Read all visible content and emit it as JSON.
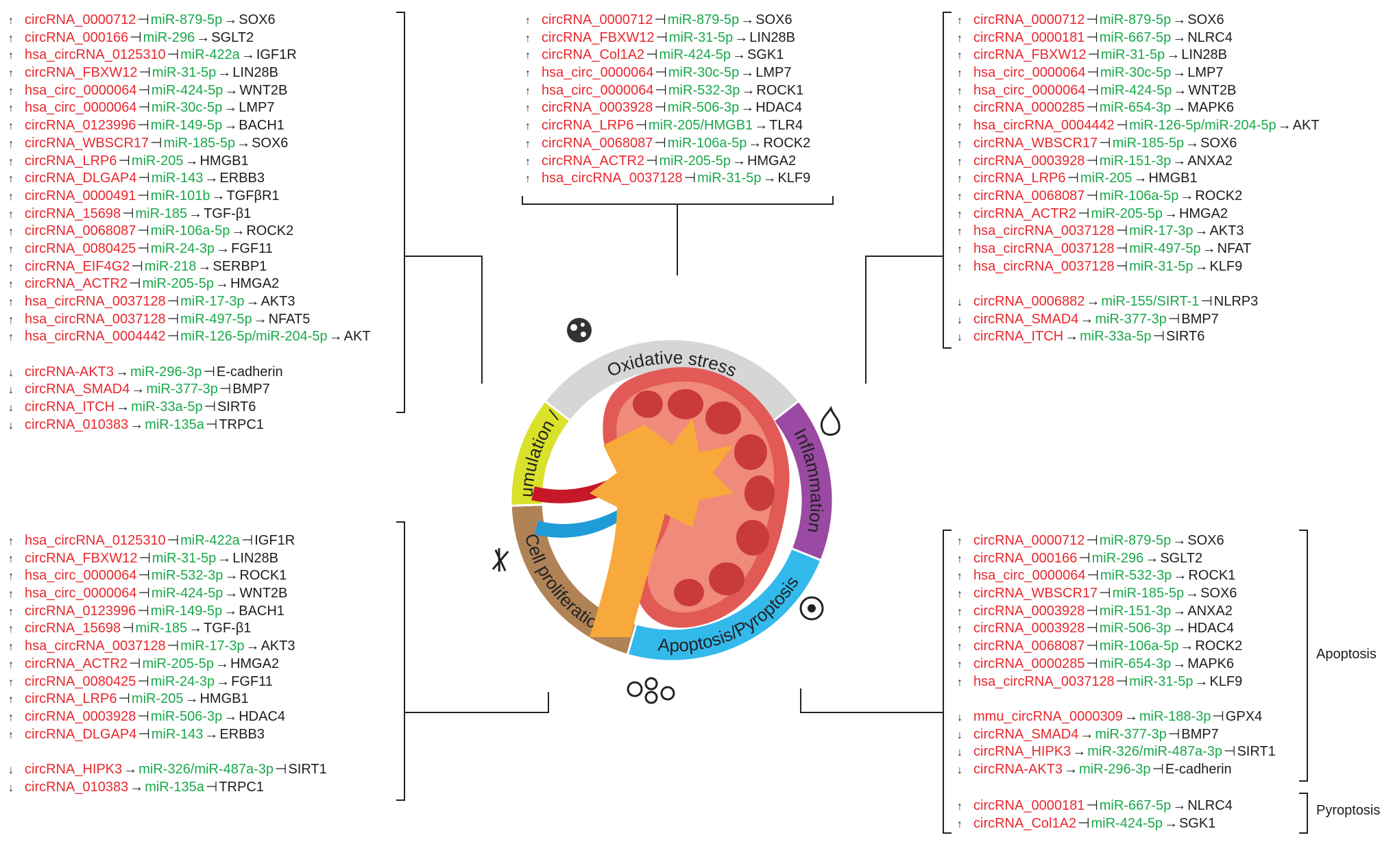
{
  "symbols": {
    "up": "↑",
    "down": "↓",
    "activates": "→",
    "inhibits": "⊣"
  },
  "colors": {
    "circrna": "#e8282e",
    "mirna": "#19a84a",
    "target": "#1c1c1c",
    "oxidative": "#d6d6d6",
    "inflammation": "#9a4aa2",
    "apoptosis": "#33b9ec",
    "proliferation": "#b08357",
    "ecm": "#d9e12a"
  },
  "wheel": {
    "segments": [
      {
        "label": "Oxidative stress",
        "icon": "cell-cluster-icon"
      },
      {
        "label": "Inflammation",
        "icon": "flame-hand-icon"
      },
      {
        "label": "Apoptosis/Pyroptosis",
        "icon": "cell-burst-icon"
      },
      {
        "label": "Cell proliferation",
        "icon": "dividing-cells-icon"
      },
      {
        "label": "ECM accumulation / Fibrosis",
        "icon": "fibers-icon"
      }
    ],
    "center_icon": "kidney-icon"
  },
  "side_labels": {
    "apoptosis": "Apoptosis",
    "pyroptosis": "Pyroptosis"
  },
  "groups": {
    "ecm": [
      {
        "dir": "up",
        "circ": "circRNA_0000712",
        "op1": "inhibits",
        "mir": "miR-879-5p",
        "op2": "activates",
        "target": "SOX6"
      },
      {
        "dir": "up",
        "circ": "circRNA_000166",
        "op1": "inhibits",
        "mir": "miR-296",
        "op2": "activates",
        "target": "SGLT2"
      },
      {
        "dir": "up",
        "circ": "hsa_circRNA_0125310",
        "op1": "inhibits",
        "mir": "miR-422a",
        "op2": "activates",
        "target": "IGF1R"
      },
      {
        "dir": "up",
        "circ": "circRNA_FBXW12",
        "op1": "inhibits",
        "mir": "miR-31-5p",
        "op2": "activates",
        "target": "LIN28B"
      },
      {
        "dir": "up",
        "circ": "hsa_circ_0000064",
        "op1": "inhibits",
        "mir": "miR-424-5p",
        "op2": "activates",
        "target": "WNT2B"
      },
      {
        "dir": "up",
        "circ": "hsa_circ_0000064",
        "op1": "inhibits",
        "mir": "miR-30c-5p",
        "op2": "activates",
        "target": "LMP7"
      },
      {
        "dir": "up",
        "circ": "circRNA_0123996",
        "op1": "inhibits",
        "mir": "miR-149-5p",
        "op2": "activates",
        "target": "BACH1"
      },
      {
        "dir": "up",
        "circ": "circRNA_WBSCR17",
        "op1": "inhibits",
        "mir": "miR-185-5p",
        "op2": "activates",
        "target": "SOX6"
      },
      {
        "dir": "up",
        "circ": "circRNA_LRP6",
        "op1": "inhibits",
        "mir": "miR-205",
        "op2": "activates",
        "target": "HMGB1"
      },
      {
        "dir": "up",
        "circ": "circRNA_DLGAP4",
        "op1": "inhibits",
        "mir": "miR-143",
        "op2": "activates",
        "target": "ERBB3"
      },
      {
        "dir": "up",
        "circ": "circRNA_0000491",
        "op1": "inhibits",
        "mir": "miR-101b",
        "op2": "activates",
        "target": "TGFβR1"
      },
      {
        "dir": "up",
        "circ": "circRNA_15698",
        "op1": "inhibits",
        "mir": "miR-185",
        "op2": "activates",
        "target": "TGF-β1"
      },
      {
        "dir": "up",
        "circ": "circRNA_0068087",
        "op1": "inhibits",
        "mir": "miR-106a-5p",
        "op2": "activates",
        "target": "ROCK2"
      },
      {
        "dir": "up",
        "circ": "circRNA_0080425",
        "op1": "inhibits",
        "mir": "miR-24-3p",
        "op2": "activates",
        "target": "FGF11"
      },
      {
        "dir": "up",
        "circ": "circRNA_EIF4G2",
        "op1": "inhibits",
        "mir": "miR-218",
        "op2": "activates",
        "target": "SERBP1"
      },
      {
        "dir": "up",
        "circ": "circRNA_ACTR2",
        "op1": "inhibits",
        "mir": "miR-205-5p",
        "op2": "activates",
        "target": "HMGA2"
      },
      {
        "dir": "up",
        "circ": "hsa_circRNA_0037128",
        "op1": "inhibits",
        "mir": "miR-17-3p",
        "op2": "activates",
        "target": "AKT3"
      },
      {
        "dir": "up",
        "circ": "hsa_circRNA_0037128",
        "op1": "inhibits",
        "mir": "miR-497-5p",
        "op2": "activates",
        "target": "NFAT5"
      },
      {
        "dir": "up",
        "circ": "hsa_circRNA_0004442",
        "op1": "inhibits",
        "mir": "miR-126-5p/miR-204-5p",
        "op2": "activates",
        "target": "AKT"
      },
      {
        "gap": true
      },
      {
        "dir": "down",
        "circ": "circRNA-AKT3",
        "op1": "activates",
        "mir": "miR-296-3p",
        "op2": "inhibits",
        "target": "E-cadherin"
      },
      {
        "dir": "down",
        "circ": "circRNA_SMAD4",
        "op1": "activates",
        "mir": "miR-377-3p",
        "op2": "inhibits",
        "target": "BMP7"
      },
      {
        "dir": "down",
        "circ": "circRNA_ITCH",
        "op1": "activates",
        "mir": "miR-33a-5p",
        "op2": "inhibits",
        "target": "SIRT6"
      },
      {
        "dir": "down",
        "circ": "circRNA_010383",
        "op1": "activates",
        "mir": "miR-135a",
        "op2": "inhibits",
        "target": "TRPC1"
      }
    ],
    "oxidative": [
      {
        "dir": "up",
        "circ": "circRNA_0000712",
        "op1": "inhibits",
        "mir": "miR-879-5p",
        "op2": "activates",
        "target": "SOX6"
      },
      {
        "dir": "up",
        "circ": "circRNA_FBXW12",
        "op1": "inhibits",
        "mir": "miR-31-5p",
        "op2": "activates",
        "target": "LIN28B"
      },
      {
        "dir": "up",
        "circ": "circRNA_Col1A2",
        "op1": "inhibits",
        "mir": "miR-424-5p",
        "op2": "activates",
        "target": "SGK1"
      },
      {
        "dir": "up",
        "circ": "hsa_circ_0000064",
        "op1": "inhibits",
        "mir": "miR-30c-5p",
        "op2": "activates",
        "target": "LMP7"
      },
      {
        "dir": "up",
        "circ": "hsa_circ_0000064",
        "op1": "inhibits",
        "mir": "miR-532-3p",
        "op2": "activates",
        "target": "ROCK1"
      },
      {
        "dir": "up",
        "circ": "circRNA_0003928",
        "op1": "inhibits",
        "mir": "miR-506-3p",
        "op2": "activates",
        "target": "HDAC4"
      },
      {
        "dir": "up",
        "circ": "circRNA_LRP6",
        "op1": "inhibits",
        "mir": "miR-205/HMGB1",
        "op2": "activates",
        "target": "TLR4"
      },
      {
        "dir": "up",
        "circ": "circRNA_0068087",
        "op1": "inhibits",
        "mir": "miR-106a-5p",
        "op2": "activates",
        "target": "ROCK2"
      },
      {
        "dir": "up",
        "circ": "circRNA_ACTR2",
        "op1": "inhibits",
        "mir": "miR-205-5p",
        "op2": "activates",
        "target": "HMGA2"
      },
      {
        "dir": "up",
        "circ": "hsa_circRNA_0037128",
        "op1": "inhibits",
        "mir": "miR-31-5p",
        "op2": "activates",
        "target": "KLF9"
      }
    ],
    "inflammation": [
      {
        "dir": "up",
        "circ": "circRNA_0000712",
        "op1": "inhibits",
        "mir": "miR-879-5p",
        "op2": "activates",
        "target": "SOX6"
      },
      {
        "dir": "up",
        "circ": "circRNA_0000181",
        "op1": "inhibits",
        "mir": "miR-667-5p",
        "op2": "activates",
        "target": "NLRC4"
      },
      {
        "dir": "up",
        "circ": "circRNA_FBXW12",
        "op1": "inhibits",
        "mir": "miR-31-5p",
        "op2": "activates",
        "target": "LIN28B"
      },
      {
        "dir": "up",
        "circ": "hsa_circ_0000064",
        "op1": "inhibits",
        "mir": "miR-30c-5p",
        "op2": "activates",
        "target": "LMP7"
      },
      {
        "dir": "up",
        "circ": "hsa_circ_0000064",
        "op1": "inhibits",
        "mir": "miR-424-5p",
        "op2": "activates",
        "target": "WNT2B"
      },
      {
        "dir": "up",
        "circ": "circRNA_0000285",
        "op1": "inhibits",
        "mir": "miR-654-3p",
        "op2": "activates",
        "target": "MAPK6"
      },
      {
        "dir": "up",
        "circ": "hsa_circRNA_0004442",
        "op1": "inhibits",
        "mir": "miR-126-5p/miR-204-5p",
        "op2": "activates",
        "target": "AKT"
      },
      {
        "dir": "up",
        "circ": "circRNA_WBSCR17",
        "op1": "inhibits",
        "mir": "miR-185-5p",
        "op2": "activates",
        "target": "SOX6"
      },
      {
        "dir": "up",
        "circ": "circRNA_0003928",
        "op1": "inhibits",
        "mir": "miR-151-3p",
        "op2": "activates",
        "target": "ANXA2"
      },
      {
        "dir": "up",
        "circ": "circRNA_LRP6",
        "op1": "inhibits",
        "mir": "miR-205",
        "op2": "activates",
        "target": "HMGB1"
      },
      {
        "dir": "up",
        "circ": "circRNA_0068087",
        "op1": "inhibits",
        "mir": "miR-106a-5p",
        "op2": "activates",
        "target": "ROCK2"
      },
      {
        "dir": "up",
        "circ": "circRNA_ACTR2",
        "op1": "inhibits",
        "mir": "miR-205-5p",
        "op2": "activates",
        "target": "HMGA2"
      },
      {
        "dir": "up",
        "circ": "hsa_circRNA_0037128",
        "op1": "inhibits",
        "mir": "miR-17-3p",
        "op2": "activates",
        "target": "AKT3"
      },
      {
        "dir": "up",
        "circ": "hsa_circRNA_0037128",
        "op1": "inhibits",
        "mir": "miR-497-5p",
        "op2": "activates",
        "target": "NFAT"
      },
      {
        "dir": "up",
        "circ": "hsa_circRNA_0037128",
        "op1": "inhibits",
        "mir": "miR-31-5p",
        "op2": "activates",
        "target": "KLF9"
      },
      {
        "gap": true
      },
      {
        "dir": "down",
        "circ": "circRNA_0006882",
        "op1": "activates",
        "mir": "miR-155/SIRT-1",
        "op2": "inhibits",
        "target": "NLRP3"
      },
      {
        "dir": "down",
        "circ": "circRNA_SMAD4",
        "op1": "activates",
        "mir": "miR-377-3p",
        "op2": "inhibits",
        "target": "BMP7"
      },
      {
        "dir": "down",
        "circ": "circRNA_ITCH",
        "op1": "activates",
        "mir": "miR-33a-5p",
        "op2": "inhibits",
        "target": "SIRT6"
      }
    ],
    "proliferation": [
      {
        "dir": "up",
        "circ": "hsa_circRNA_0125310",
        "op1": "inhibits",
        "mir": "miR-422a",
        "op2": "inhibits",
        "target": "IGF1R"
      },
      {
        "dir": "up",
        "circ": "circRNA_FBXW12",
        "op1": "inhibits",
        "mir": "miR-31-5p",
        "op2": "activates",
        "target": "LIN28B"
      },
      {
        "dir": "up",
        "circ": "hsa_circ_0000064",
        "op1": "inhibits",
        "mir": "miR-532-3p",
        "op2": "activates",
        "target": "ROCK1"
      },
      {
        "dir": "up",
        "circ": "hsa_circ_0000064",
        "op1": "inhibits",
        "mir": "miR-424-5p",
        "op2": "activates",
        "target": "WNT2B"
      },
      {
        "dir": "up",
        "circ": "circRNA_0123996",
        "op1": "inhibits",
        "mir": "miR-149-5p",
        "op2": "activates",
        "target": "BACH1"
      },
      {
        "dir": "up",
        "circ": "circRNA_15698",
        "op1": "inhibits",
        "mir": "miR-185",
        "op2": "activates",
        "target": "TGF-β1"
      },
      {
        "dir": "up",
        "circ": "hsa_circRNA_0037128",
        "op1": "inhibits",
        "mir": "miR-17-3p",
        "op2": "activates",
        "target": "AKT3"
      },
      {
        "dir": "up",
        "circ": "circRNA_ACTR2",
        "op1": "inhibits",
        "mir": "miR-205-5p",
        "op2": "activates",
        "target": "HMGA2"
      },
      {
        "dir": "up",
        "circ": "circRNA_0080425",
        "op1": "inhibits",
        "mir": "miR-24-3p",
        "op2": "activates",
        "target": "FGF11"
      },
      {
        "dir": "up",
        "circ": "circRNA_LRP6",
        "op1": "inhibits",
        "mir": "miR-205",
        "op2": "activates",
        "target": "HMGB1"
      },
      {
        "dir": "up",
        "circ": "circRNA_0003928",
        "op1": "inhibits",
        "mir": "miR-506-3p",
        "op2": "activates",
        "target": "HDAC4"
      },
      {
        "dir": "up",
        "circ": "circRNA_DLGAP4",
        "op1": "inhibits",
        "mir": "miR-143",
        "op2": "activates",
        "target": "ERBB3"
      },
      {
        "gap": true
      },
      {
        "dir": "down",
        "circ": "circRNA_HIPK3",
        "op1": "activates",
        "mir": "miR-326/miR-487a-3p",
        "op2": "inhibits",
        "target": "SIRT1"
      },
      {
        "dir": "down",
        "circ": "circRNA_010383",
        "op1": "activates",
        "mir": "miR-135a",
        "op2": "inhibits",
        "target": "TRPC1"
      }
    ],
    "apoptosis": [
      {
        "dir": "up",
        "circ": "circRNA_0000712",
        "op1": "inhibits",
        "mir": "miR-879-5p",
        "op2": "activates",
        "target": "SOX6"
      },
      {
        "dir": "up",
        "circ": "circRNA_000166",
        "op1": "inhibits",
        "mir": "miR-296",
        "op2": "activates",
        "target": "SGLT2"
      },
      {
        "dir": "up",
        "circ": "hsa_circ_0000064",
        "op1": "inhibits",
        "mir": "miR-532-3p",
        "op2": "activates",
        "target": "ROCK1"
      },
      {
        "dir": "up",
        "circ": "circRNA_WBSCR17",
        "op1": "inhibits",
        "mir": "miR-185-5p",
        "op2": "activates",
        "target": "SOX6"
      },
      {
        "dir": "up",
        "circ": "circRNA_0003928",
        "op1": "inhibits",
        "mir": "miR-151-3p",
        "op2": "activates",
        "target": "ANXA2"
      },
      {
        "dir": "up",
        "circ": "circRNA_0003928",
        "op1": "inhibits",
        "mir": "miR-506-3p",
        "op2": "activates",
        "target": "HDAC4"
      },
      {
        "dir": "up",
        "circ": "circRNA_0068087",
        "op1": "inhibits",
        "mir": "miR-106a-5p",
        "op2": "activates",
        "target": "ROCK2"
      },
      {
        "dir": "up",
        "circ": "circRNA_0000285",
        "op1": "inhibits",
        "mir": "miR-654-3p",
        "op2": "activates",
        "target": "MAPK6"
      },
      {
        "dir": "up",
        "circ": "hsa_circRNA_0037128",
        "op1": "inhibits",
        "mir": "miR-31-5p",
        "op2": "activates",
        "target": "KLF9"
      },
      {
        "gap": true
      },
      {
        "dir": "down",
        "circ": "mmu_circRNA_0000309",
        "op1": "activates",
        "mir": "miR-188-3p",
        "op2": "inhibits",
        "target": "GPX4"
      },
      {
        "dir": "down",
        "circ": "circRNA_SMAD4",
        "op1": "activates",
        "mir": "miR-377-3p",
        "op2": "inhibits",
        "target": "BMP7"
      },
      {
        "dir": "down",
        "circ": "circRNA_HIPK3",
        "op1": "activates",
        "mir": "miR-326/miR-487a-3p",
        "op2": "inhibits",
        "target": "SIRT1"
      },
      {
        "dir": "down",
        "circ": "circRNA-AKT3",
        "op1": "activates",
        "mir": "miR-296-3p",
        "op2": "inhibits",
        "target": "E-cadherin"
      }
    ],
    "pyroptosis": [
      {
        "dir": "up",
        "circ": "circRNA_0000181",
        "op1": "inhibits",
        "mir": "miR-667-5p",
        "op2": "activates",
        "target": "NLRC4"
      },
      {
        "dir": "up",
        "circ": "circRNA_Col1A2",
        "op1": "inhibits",
        "mir": "miR-424-5p",
        "op2": "activates",
        "target": "SGK1"
      }
    ]
  }
}
